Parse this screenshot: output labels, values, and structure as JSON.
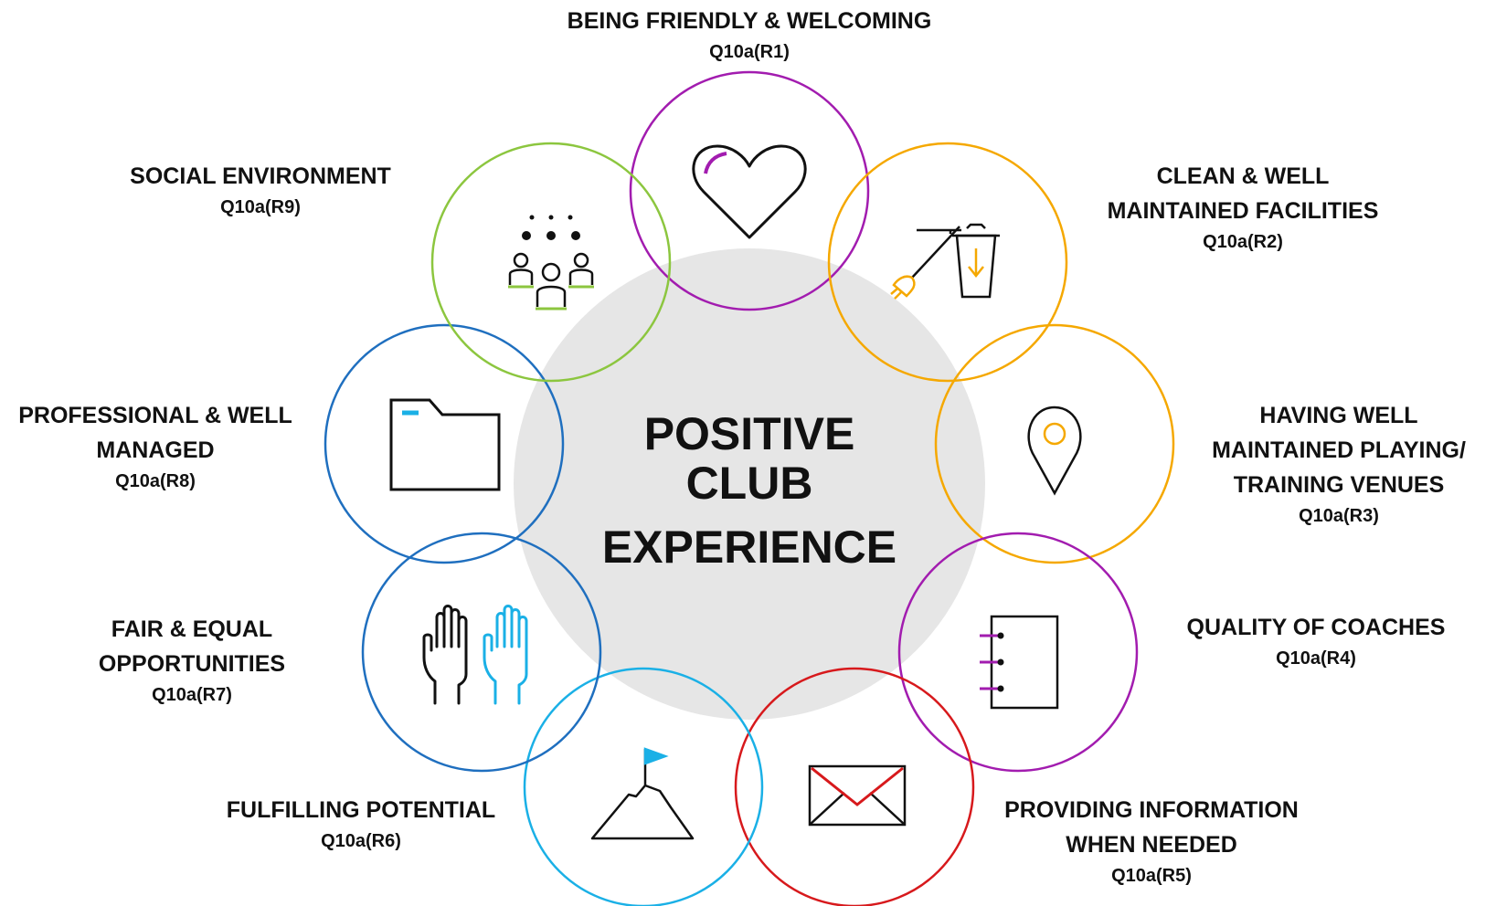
{
  "center": {
    "line1": "POSITIVE",
    "line2": "CLUB",
    "line3": "EXPERIENCE"
  },
  "items": [
    {
      "title_lines": [
        "BEING FRIENDLY & WELCOMING"
      ],
      "code": "Q10a(R1)",
      "color": "#a21caf",
      "icon": "heart-icon"
    },
    {
      "title_lines": [
        "CLEAN & WELL",
        "MAINTAINED FACILITIES"
      ],
      "code": "Q10a(R2)",
      "color": "#f5a800",
      "icon": "broom-bin-icon"
    },
    {
      "title_lines": [
        "HAVING WELL",
        "MAINTAINED PLAYING/",
        "TRAINING VENUES"
      ],
      "code": "Q10a(R3)",
      "color": "#f5a800",
      "icon": "location-pin-icon"
    },
    {
      "title_lines": [
        "QUALITY OF COACHES"
      ],
      "code": "Q10a(R4)",
      "color": "#a21caf",
      "icon": "notebook-icon"
    },
    {
      "title_lines": [
        "PROVIDING INFORMATION",
        "WHEN NEEDED"
      ],
      "code": "Q10a(R5)",
      "color": "#d7191c",
      "icon": "envelope-icon"
    },
    {
      "title_lines": [
        "FULFILLING POTENTIAL"
      ],
      "code": "Q10a(R6)",
      "color": "#1ab0e6",
      "icon": "mountain-flag-icon"
    },
    {
      "title_lines": [
        "FAIR & EQUAL",
        "OPPORTUNITIES"
      ],
      "code": "Q10a(R7)",
      "color": "#1f6fbf",
      "icon": "raised-hands-icon"
    },
    {
      "title_lines": [
        "PROFESSIONAL & WELL",
        "MANAGED"
      ],
      "code": "Q10a(R8)",
      "color": "#1f6fbf",
      "icon": "folder-icon"
    },
    {
      "title_lines": [
        "SOCIAL ENVIRONMENT"
      ],
      "code": "Q10a(R9)",
      "color": "#8cc63f",
      "icon": "people-group-icon"
    }
  ]
}
